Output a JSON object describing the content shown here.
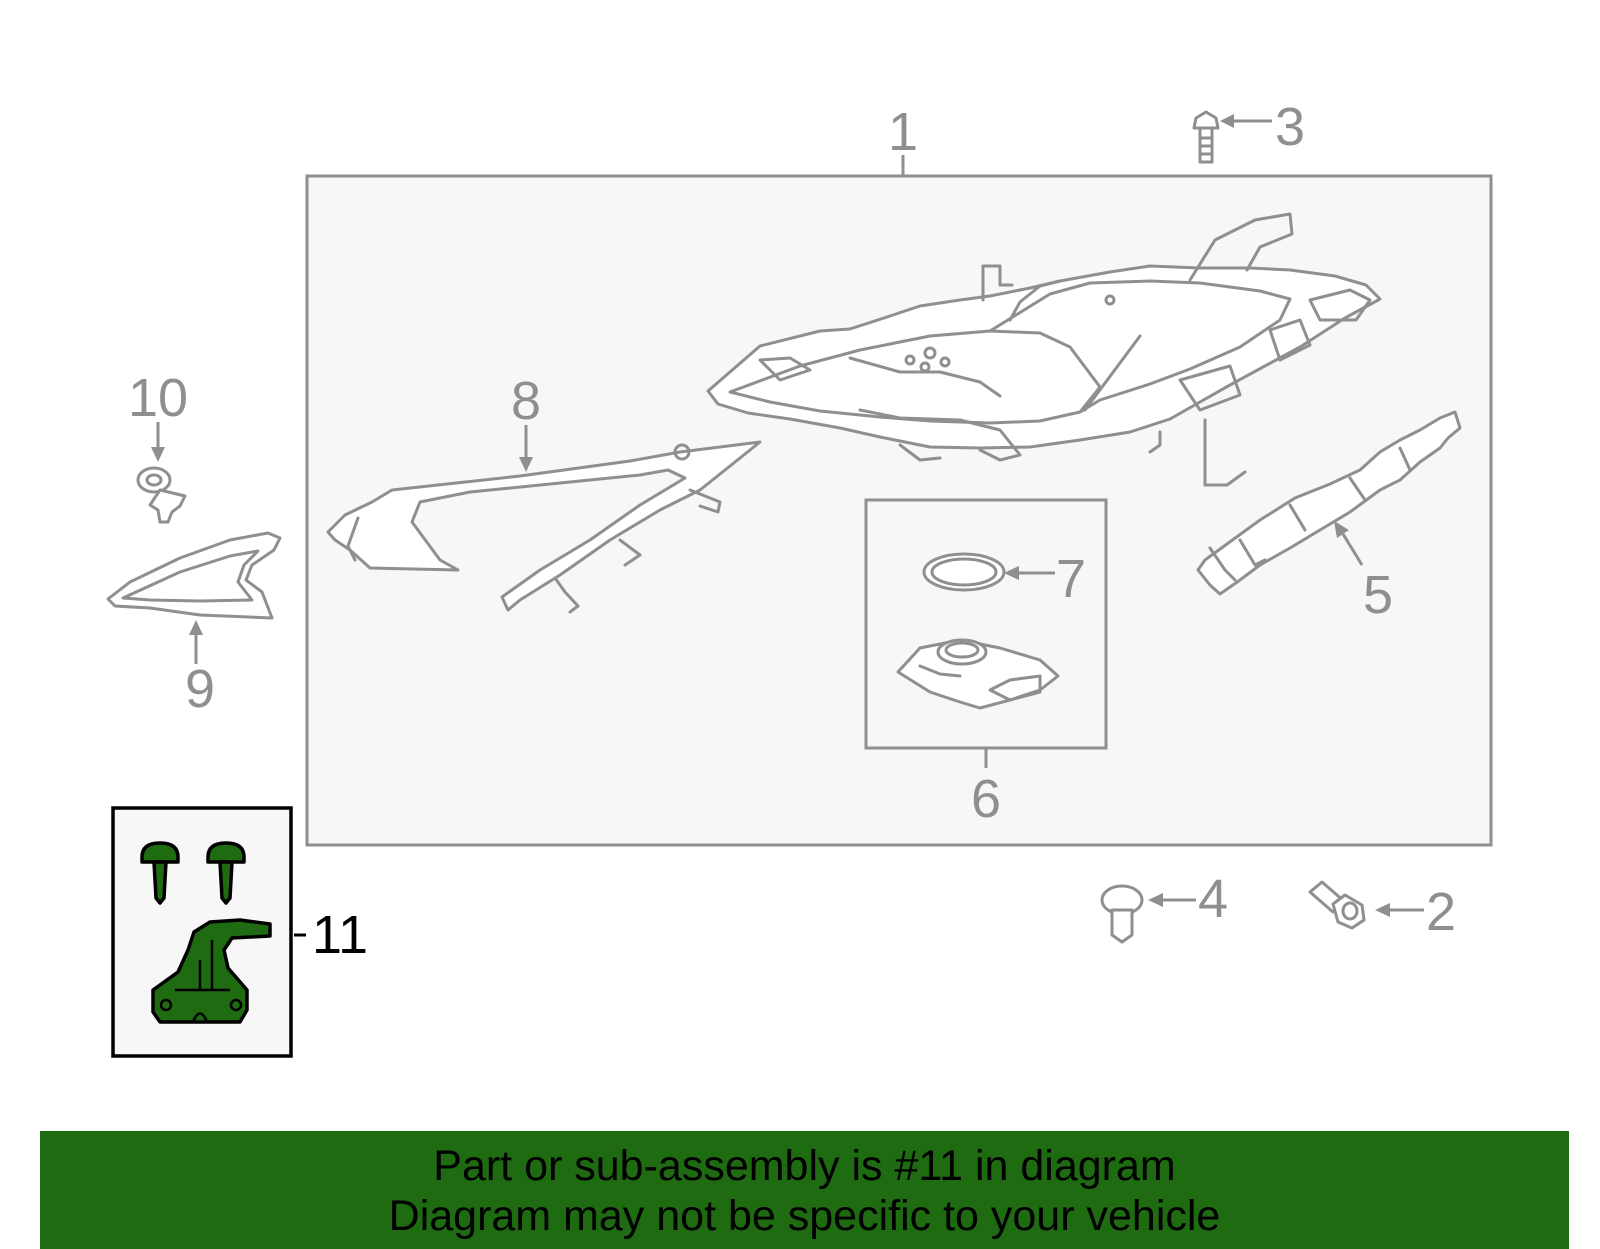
{
  "diagram": {
    "callouts": [
      "1",
      "2",
      "3",
      "4",
      "5",
      "6",
      "7",
      "8",
      "9",
      "10",
      "11"
    ],
    "highlighted_callout": "11",
    "colors": {
      "highlight": "#1f6b12",
      "line": "#8f8f8f",
      "box_fill": "#f7f7f7",
      "banner": "#1f6b12"
    }
  },
  "banner": {
    "line1": "Part or sub-assembly is #11 in diagram",
    "line2": "Diagram may not be specific to your vehicle"
  }
}
